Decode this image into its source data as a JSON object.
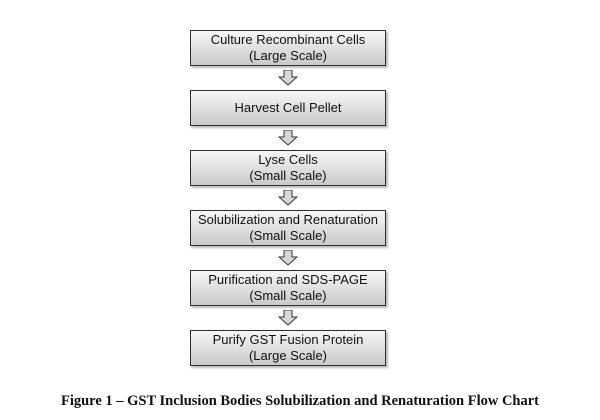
{
  "flowchart": {
    "steps": [
      {
        "line1": "Culture Recombinant Cells",
        "line2": "(Large Scale)"
      },
      {
        "line1": "Harvest Cell Pellet",
        "line2": ""
      },
      {
        "line1": "Lyse Cells",
        "line2": "(Small Scale)"
      },
      {
        "line1": "Solubilization and Renaturation",
        "line2": "(Small Scale)"
      },
      {
        "line1": "Purification and SDS-PAGE",
        "line2": "(Small Scale)"
      },
      {
        "line1": "Purify GST Fusion Protein",
        "line2": "(Large Scale)"
      }
    ]
  },
  "caption": "Figure 1 – GST Inclusion Bodies Solubilization and Renaturation Flow Chart",
  "colors": {
    "box_border": "#2f2f2f",
    "box_fill_top": "#f7f7f7",
    "box_fill_bottom": "#c9c9c9",
    "arrow_fill": "#d6d6d6",
    "text": "#111111"
  }
}
